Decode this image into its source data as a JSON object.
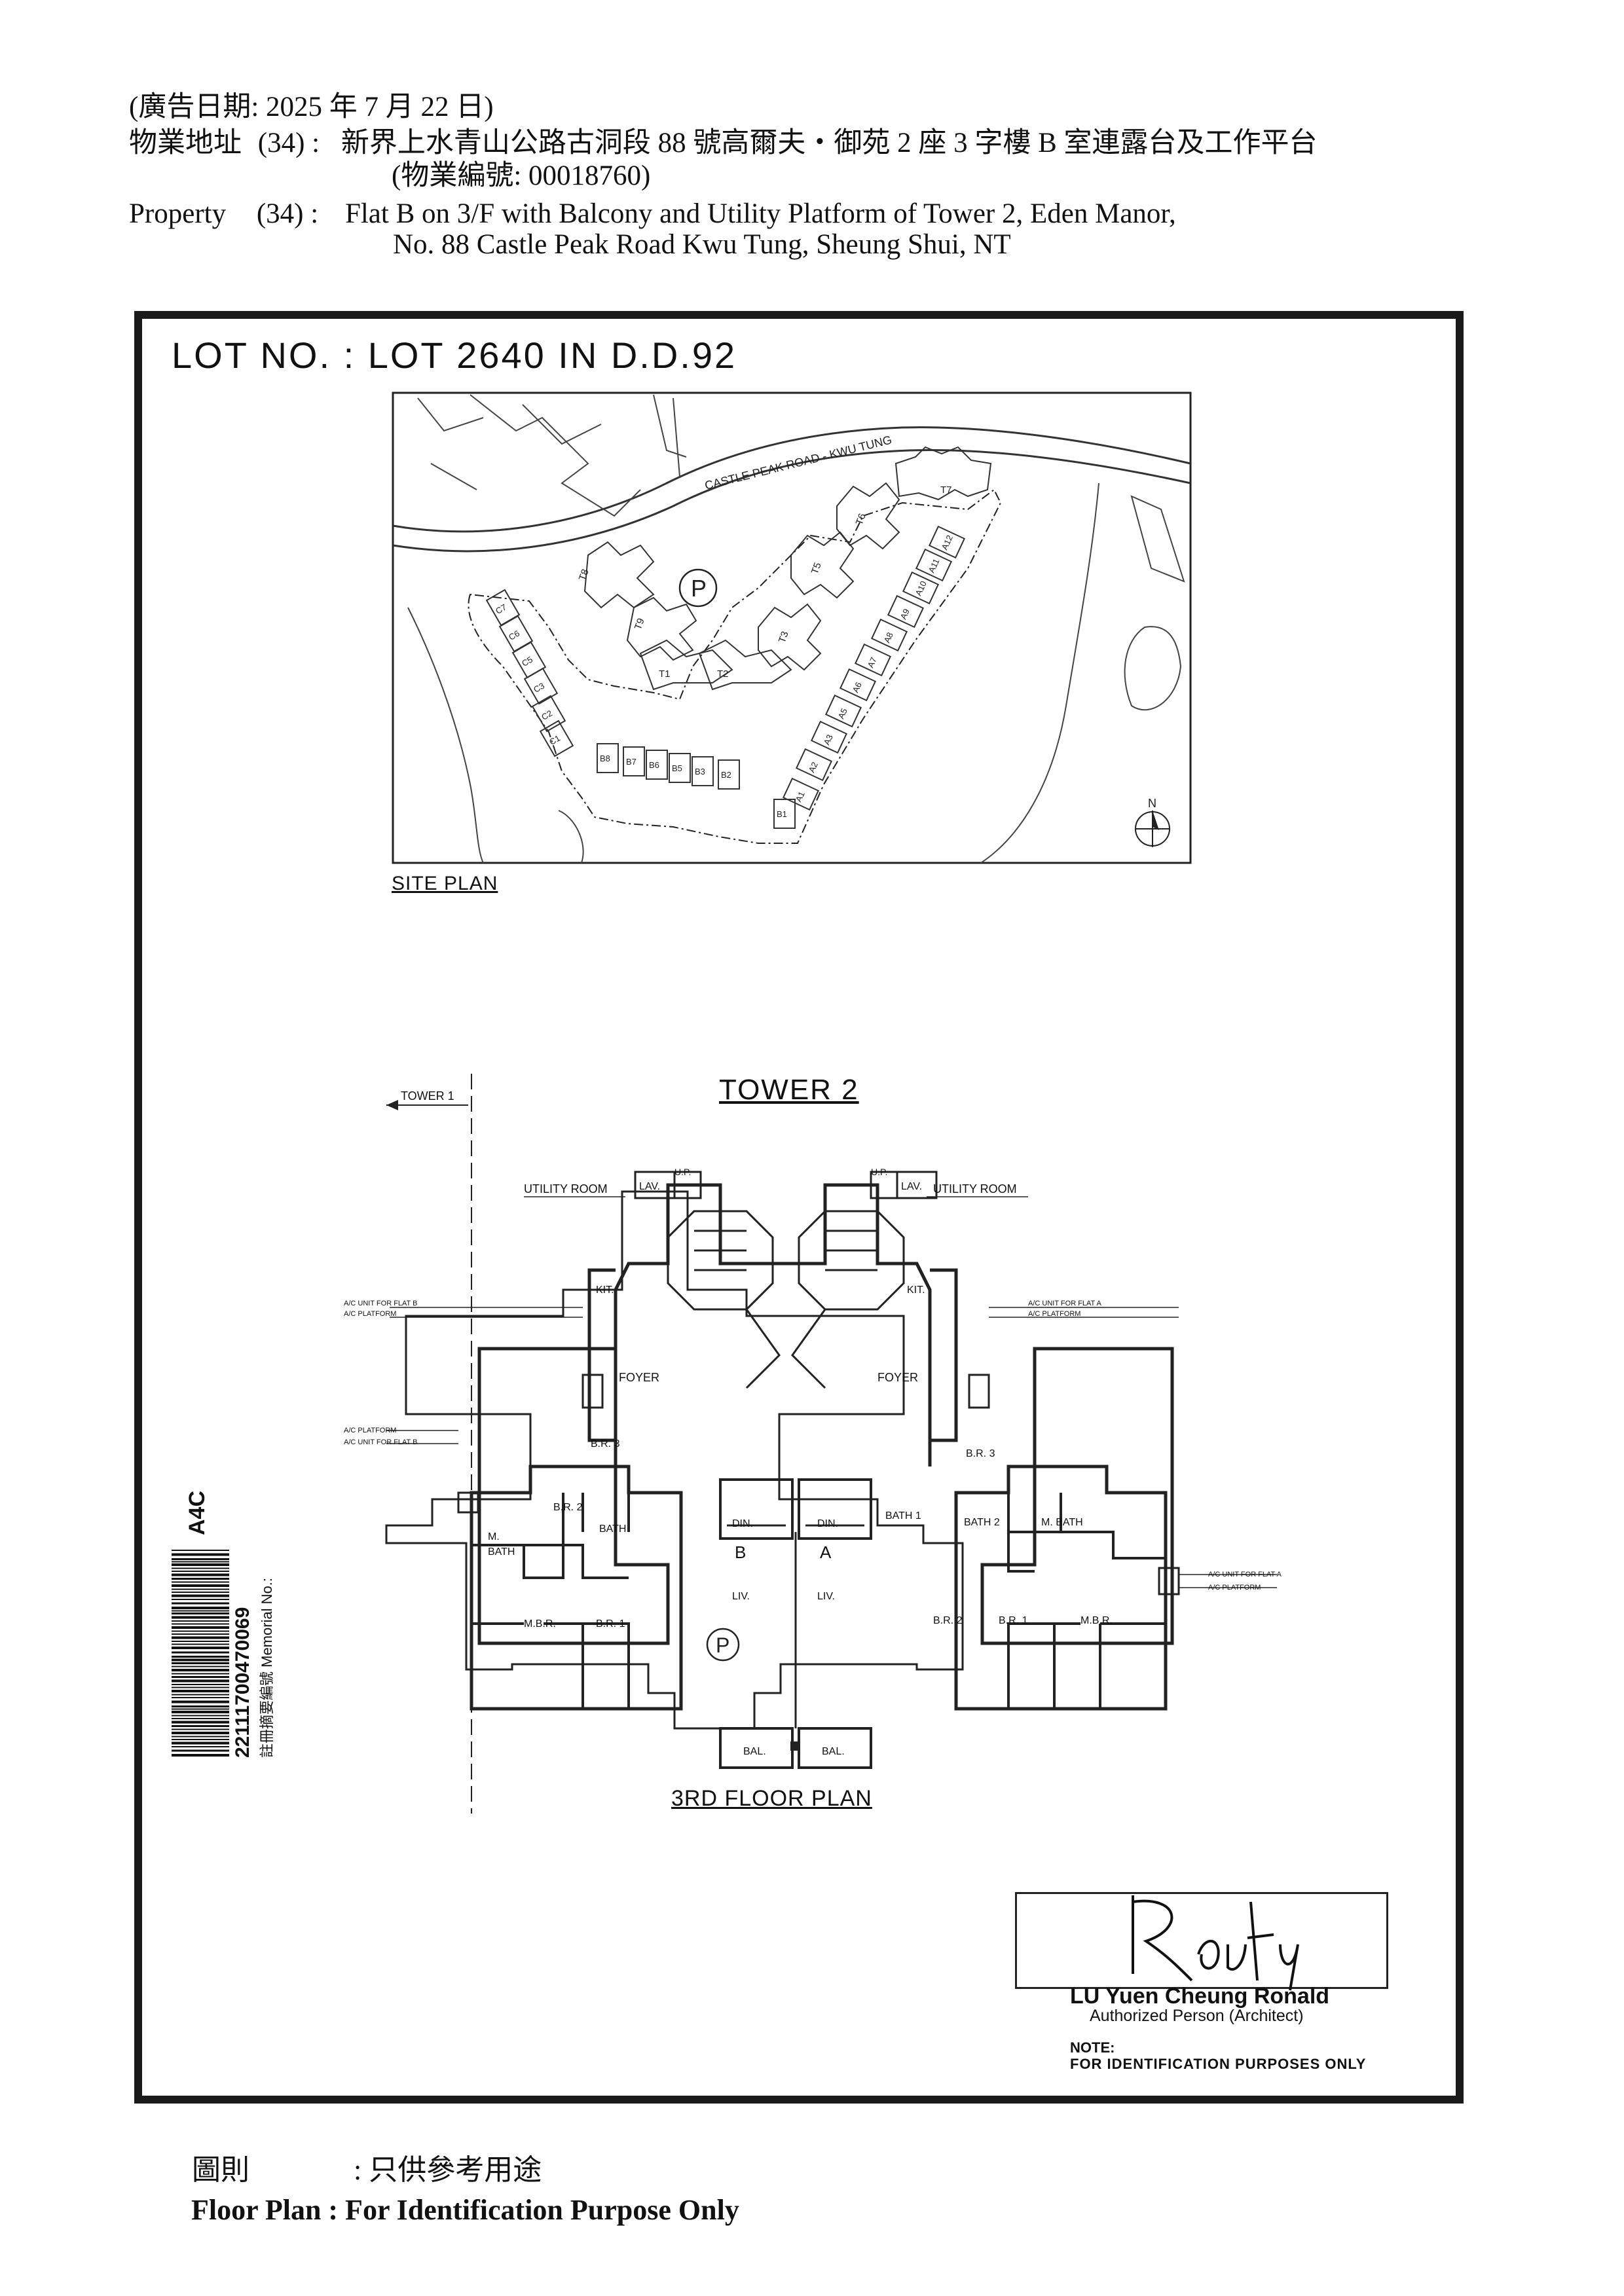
{
  "header": {
    "ad_date": "(廣告日期:   2025 年 7 月 22 日)",
    "address_zh_label": "物業地址",
    "address_zh_num": "(34) :",
    "address_zh": "新界上水青山公路古洞段 88 號高爾夫・御苑 2 座 3 字樓 B 室連露台及工作平台",
    "property_no": "(物業編號: 00018760)",
    "property_en_label": "Property",
    "property_en_num": "(34) :",
    "property_en_line1": "Flat B on 3/F with Balcony and Utility Platform of Tower 2, Eden Manor,",
    "property_en_line2": "No. 88 Castle Peak Road Kwu Tung, Sheung Shui, NT"
  },
  "plan": {
    "lot_no": "LOT NO. : LOT 2640 IN D.D.92",
    "site_plan": {
      "label": "SITE PLAN",
      "road": "CASTLE PEAK ROAD - KWU TUNG",
      "park": "P",
      "north": "N",
      "towers": [
        "T1",
        "T2",
        "T3",
        "T5",
        "T6",
        "T7",
        "T8",
        "T9"
      ],
      "houses_a": [
        "A1",
        "A2",
        "A3",
        "A5",
        "A6",
        "A7",
        "A8",
        "A9",
        "A10",
        "A11",
        "A12"
      ],
      "houses_b": [
        "B1",
        "B2",
        "B3",
        "B5",
        "B6",
        "B7",
        "B8"
      ],
      "houses_c": [
        "C1",
        "C2",
        "C3",
        "C5",
        "C6",
        "C7"
      ]
    },
    "floor": {
      "title": "TOWER 2",
      "label": "3RD FLOOR PLAN",
      "tower1_arrow": "TOWER 1",
      "lav": "LAV.",
      "up": "U.P.",
      "utility_room": "UTILITY ROOM",
      "kit": "KIT.",
      "foyer": "FOYER",
      "ac_unit_b": "A/C UNIT FOR FLAT B",
      "ac_unit_a": "A/C UNIT FOR FLAT A",
      "ac_platform": "A/C PLATFORM",
      "br3": "B.R. 3",
      "br2": "B.R. 2",
      "br1": "B.R. 1",
      "m_bath": "M. BATH",
      "m_bath_l1": "M.",
      "m_bath_l2": "BATH",
      "bath": "BATH",
      "bath1": "BATH 1",
      "bath2": "BATH 2",
      "mbr": "M.B.R.",
      "din": "DIN.",
      "liv": "LIV.",
      "flat_b": "B",
      "flat_a": "A",
      "bal": "BAL.",
      "park": "P"
    }
  },
  "barcode": {
    "memorial_no": "22111700470069",
    "caption": "註冊摘要編號 Memorial No.:",
    "paper_size": "A4C"
  },
  "signature": {
    "name": "LU Yuen Cheung Ronald",
    "title": "Authorized Person (Architect)",
    "note_label": "NOTE:",
    "note": "FOR IDENTIFICATION PURPOSES ONLY"
  },
  "footer": {
    "zh_label": "圖則",
    "zh_text": ": 只供參考用途",
    "en": "Floor Plan : For Identification Purpose Only"
  }
}
